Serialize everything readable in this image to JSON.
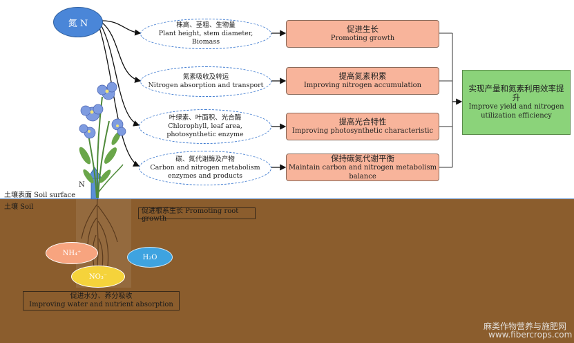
{
  "nitrogen": {
    "label": "氮 N"
  },
  "processes": [
    {
      "zh": "株高、茎粗、生物量",
      "en": "Plant height, stem diameter, Biomass"
    },
    {
      "zh": "氮素吸收及转运",
      "en": "Nitrogen absorption and transport"
    },
    {
      "zh": "叶绿素、叶面积、光合酶",
      "en": "Chlorophyll, leaf area, photosynthetic enzyme"
    },
    {
      "zh": "碳、氮代谢酶及产物",
      "en": "Carbon and nitrogen metabolism enzymes and products"
    }
  ],
  "effects": [
    {
      "zh": "促进生长",
      "en": "Promoting growth"
    },
    {
      "zh": "提高氮素积累",
      "en": "Improving nitrogen accumulation"
    },
    {
      "zh": "提高光合特性",
      "en": "Improving photosynthetic characteristic"
    },
    {
      "zh": "保持碳氮代谢平衡",
      "en": "Maintain carbon and nitrogen metabolism balance"
    }
  ],
  "outcome": {
    "zh": "实现产量和氮素利用效率提升",
    "en": "Improve yield and nitrogen utilization efficiency"
  },
  "uptake_label": "N",
  "soil_surface_label": "土壤表面 Soil surface",
  "soil_label": "土壤 Soil",
  "root_growth": "促进根系生长 Promoting root growth",
  "nutrients": {
    "nh4": "NH₄⁺",
    "h2o": "H₂O",
    "no3": "NO₃⁻"
  },
  "absorption": {
    "zh": "促进水分、养分吸收",
    "en": "Improving water and nutrient absorption"
  },
  "watermark": {
    "line1": "麻类作物营养与施肥网",
    "line2": "www.fibercrops.com"
  },
  "colors": {
    "nitrogen_fill": "#4a86d8",
    "effect_fill": "#f8b49b",
    "outcome_fill": "#8bd37a",
    "soil": "#8b5d2d",
    "nh4": "#f7a47f",
    "h2o": "#3ea3e0",
    "no3": "#f5d33b"
  }
}
